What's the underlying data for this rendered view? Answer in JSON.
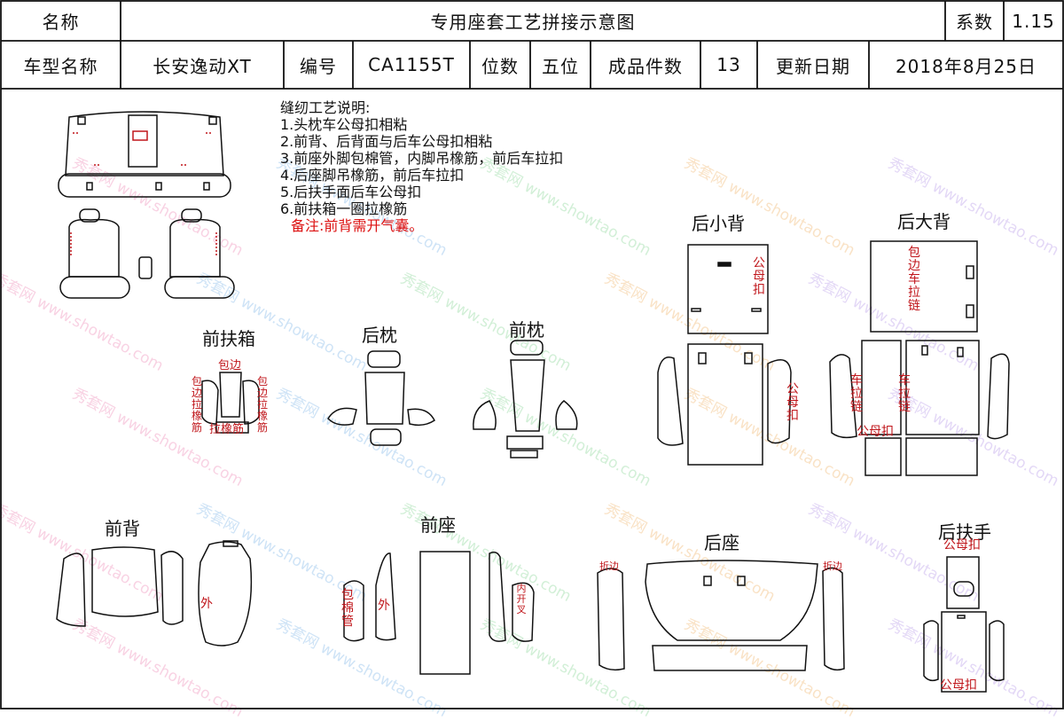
{
  "header": {
    "name_label": "名称",
    "title": "专用座套工艺拼接示意图",
    "coef_label": "系数",
    "coef_value": "1.15",
    "model_label": "车型名称",
    "model_value": "长安逸动XT",
    "code_label": "编号",
    "code_value": "CA1155T",
    "seats_label": "位数",
    "seats_value": "五位",
    "pieces_label": "成品件数",
    "pieces_value": "13",
    "update_label": "更新日期",
    "update_value": "2018年8月25日"
  },
  "notes": {
    "heading": "缝纫工艺说明:",
    "items": [
      "1.头枕车公母扣相粘",
      "2.前背、后背面与后车公母扣相粘",
      "3.前座外脚包棉管，内脚吊橡筋，前后车拉扣",
      "4.后座脚吊橡筋，前后车拉扣",
      "5.后扶手面后车公母扣",
      "6.前扶箱一圈拉橡筋"
    ],
    "remark": "备注:前背需开气囊。"
  },
  "sections": {
    "front_armbox": "前扶箱",
    "rear_headrest": "后枕",
    "front_headrest": "前枕",
    "rear_small_back": "后小背",
    "rear_big_back": "后大背",
    "front_back": "前背",
    "front_seat": "前座",
    "rear_seat": "后座",
    "rear_armrest": "后扶手"
  },
  "annotations": {
    "baobian": "包边",
    "baobian_lajinjin": "包边拉橡筋",
    "lajinjin": "拉橡筋",
    "gongmukou": "公母扣",
    "baobian_che_lalian": "包边车拉链",
    "che_lalian": "车拉链",
    "wai": "外",
    "bao_mianguan": "包棉管",
    "nei_kaicha": "内开叉",
    "zhebian": "折边"
  },
  "watermark": {
    "brand": "秀套网",
    "url": "www.showtao.com",
    "colors": [
      "#f3a6c8",
      "#9fc8ee",
      "#a6e0b0",
      "#f4c78e",
      "#c9b2ee"
    ]
  }
}
